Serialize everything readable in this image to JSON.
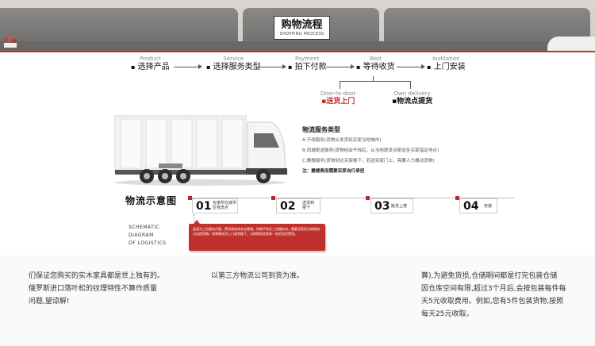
{
  "header": {
    "title_cn": "购物流程",
    "title_en": "SHOPPING PROCESS"
  },
  "steps": [
    {
      "en": "Product",
      "cn": "选择产品"
    },
    {
      "en": "Service",
      "cn": "选择服务类型"
    },
    {
      "en": "Payment",
      "cn": "拍下付款"
    },
    {
      "en": "Wait",
      "cn": "等待收货"
    },
    {
      "en": "Instllation",
      "cn": "上门安装"
    }
  ],
  "delivery_options": [
    {
      "en": "Door-to-door",
      "cn": "送货上门"
    },
    {
      "en": "Own delivery",
      "cn": "物流点提货"
    }
  ],
  "logistics": {
    "heading": "物流服务类型",
    "lines": [
      "A.干线服务(货物从发货到买家当地城市)",
      "B.同城配送服务(货物经由干线后，从当地提货点配送至买家指定地点)",
      "C.搬楼服务(货物到达买家楼下，若送到家门上，需要人力搬动货物)",
      "注：搬楼费用需要买家自行承担"
    ]
  },
  "timeline": {
    "title": "物流示意图",
    "schematic": [
      "SCHEMATIC",
      "DIAGRAM",
      "OF LOGISTICS"
    ],
    "stages": [
      {
        "num": "01",
        "label": "买家所在城市区物流点"
      },
      {
        "num": "02",
        "label": "送货到楼下"
      },
      {
        "num": "03",
        "label": "搬货上楼"
      },
      {
        "num": "04",
        "label": "安装"
      }
    ],
    "callout": "此段为三包服务内容。费用请咨询本店客服。如果不到买三包服务的，需要买家到当地物流点自提货物。如果需送货上门或到楼下，当地物流会收取一定的送货费用。"
  },
  "bottom": {
    "col1": [
      "们保证您购买的实木家具都是世上独有的。",
      "俄罗斯进口落叶松的纹理特性不算作质量",
      "问题,望谅解!"
    ],
    "col2": [
      "以第三方物流公司到货为准。"
    ],
    "col3": [
      "算),为避免货损,仓储期间都是打完包装仓储",
      "因仓库空间有限,超过3个月后,会按包装每件每",
      "天5元收取费用。例如,您有5件包装货物,按照",
      "每天25元收取。"
    ]
  }
}
